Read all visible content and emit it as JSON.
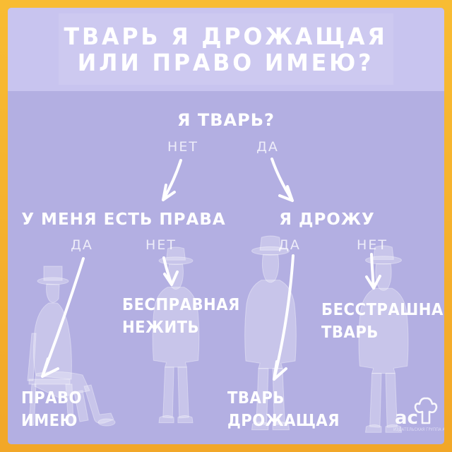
{
  "title": {
    "line1": "ТВАРЬ Я ДРОЖАЩАЯ",
    "line2": "ИЛИ ПРАВО ИМЕЮ?"
  },
  "flow": {
    "root": {
      "q": "Я ТВАРЬ?",
      "no": "НЕТ",
      "yes": "ДА"
    },
    "left": {
      "q": "У МЕНЯ ЕСТЬ ПРАВА",
      "yes": "ДА",
      "no": "НЕТ",
      "yes_result": {
        "line1": "ПРАВО",
        "line2": "ИМЕЮ"
      },
      "no_result": {
        "line1": "БЕСПРАВНАЯ",
        "line2": "НЕЖИТЬ"
      }
    },
    "right": {
      "q": "Я ДРОЖУ",
      "yes": "ДА",
      "no": "НЕТ",
      "yes_result": {
        "line1": "ТВАРЬ",
        "line2": "ДРОЖАЩАЯ"
      },
      "no_result": {
        "line1": "БЕССТРАШНАЯ",
        "line2": "ТВАРЬ"
      }
    }
  },
  "logo": {
    "text": "ас",
    "caption": "ИЗДАТЕЛЬСКАЯ ГРУППА АСТ"
  },
  "colors": {
    "frame": "#F5B02C",
    "header_bg": "#C8C4EF",
    "body_bg": "#B3AFE2",
    "text": "#FFFFFF",
    "muted_text": "rgba(255,255,255,0.78)"
  },
  "illustrations": [
    "seated-man-top-hat",
    "standing-bearded-man-hat",
    "standing-bearded-man-bowler",
    "standing-man-coat"
  ]
}
